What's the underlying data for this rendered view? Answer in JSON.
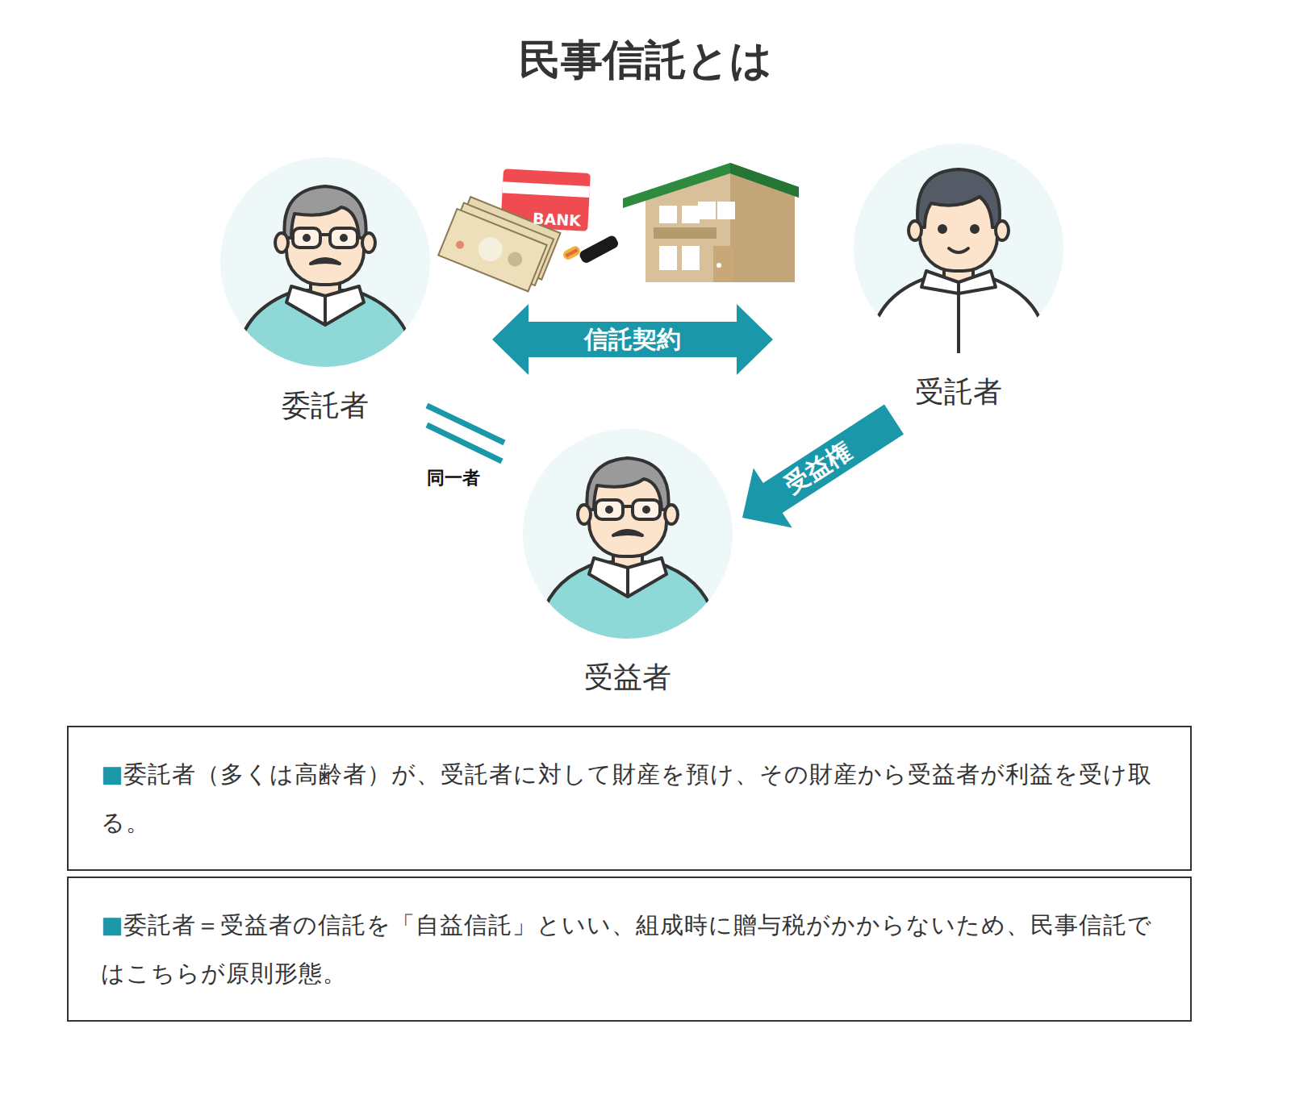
{
  "diagram": {
    "title": "民事信託とは",
    "nodes": [
      {
        "text": [
          "委託者"
        ]
      },
      {
        "text": [
          "受託者"
        ]
      },
      {
        "text": [
          "受益者"
        ]
      },
      {
        "text": [
          "■委託者（多くは高齢者）が、受託者に対して財産を預け、その財産から受益者が利益を受け取る。"
        ]
      },
      {
        "text": [
          "■委託者＝受益者の信託を「自益信託」といい、組成時に贈与税がかからないため、民事信託ではこちらが原則形態。"
        ]
      }
    ],
    "edges": [
      {
        "from": 0,
        "to": 1,
        "arrow": "both",
        "label": "信託契約"
      },
      {
        "from": 1,
        "to": 2,
        "arrow": "to",
        "label": "受益権"
      }
    ],
    "labels": [
      "同一者",
      "BANK"
    ]
  }
}
